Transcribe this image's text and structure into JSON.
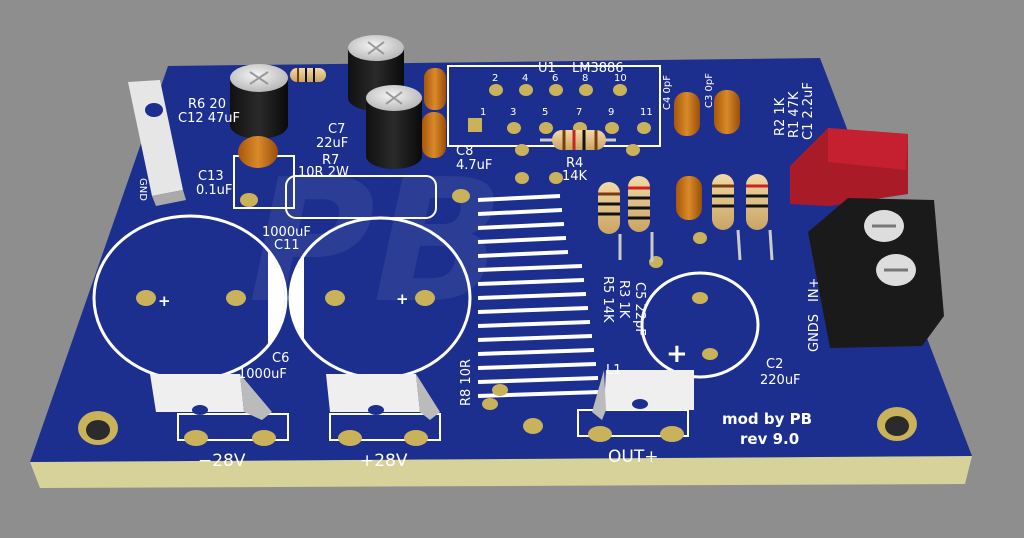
{
  "board": {
    "colors": {
      "pcb": "#1c2f8f",
      "silkscreen": "#ffffff",
      "pad": "#c9b25a",
      "edge": "#d8d49a",
      "background": "#8e8e8e"
    },
    "labels": {
      "u1": "U1",
      "ic": "LM3886",
      "r6": "R6 20",
      "c12": "C12 47uF",
      "c13": "C13",
      "c13v": "0.1uF",
      "gnd": "GND",
      "c7": "C7",
      "c7v": "22uF",
      "r7": "R7",
      "r7v": "10R 2W",
      "c8": "C8",
      "c8v": "4.7uF",
      "r4": "R4",
      "r4v": "14K",
      "c4": "C4",
      "c4v": "0pF",
      "c3": "C3",
      "c3v": "0pF",
      "r2": "R2 1K",
      "r1": "R1 47K",
      "c1": "C1 2.2uF",
      "c11v": "1000uF",
      "c11": "C11",
      "c6": "C6",
      "c6v": "1000uF",
      "c5": "C5 22pF",
      "r3": "R3 1K",
      "r5": "R5 14K",
      "r8": "R8 10R",
      "l1": "L1",
      "c2": "C2",
      "c2v": "220uF",
      "gnds": "GNDS",
      "inp": "IN+",
      "plus": "+",
      "neg28": "−28V",
      "pos28": "+28V",
      "outp": "OUT+",
      "mod": "mod by PB",
      "rev": "rev 9.0"
    },
    "pins": [
      "1",
      "2",
      "3",
      "4",
      "5",
      "6",
      "7",
      "8",
      "9",
      "10",
      "11"
    ]
  }
}
